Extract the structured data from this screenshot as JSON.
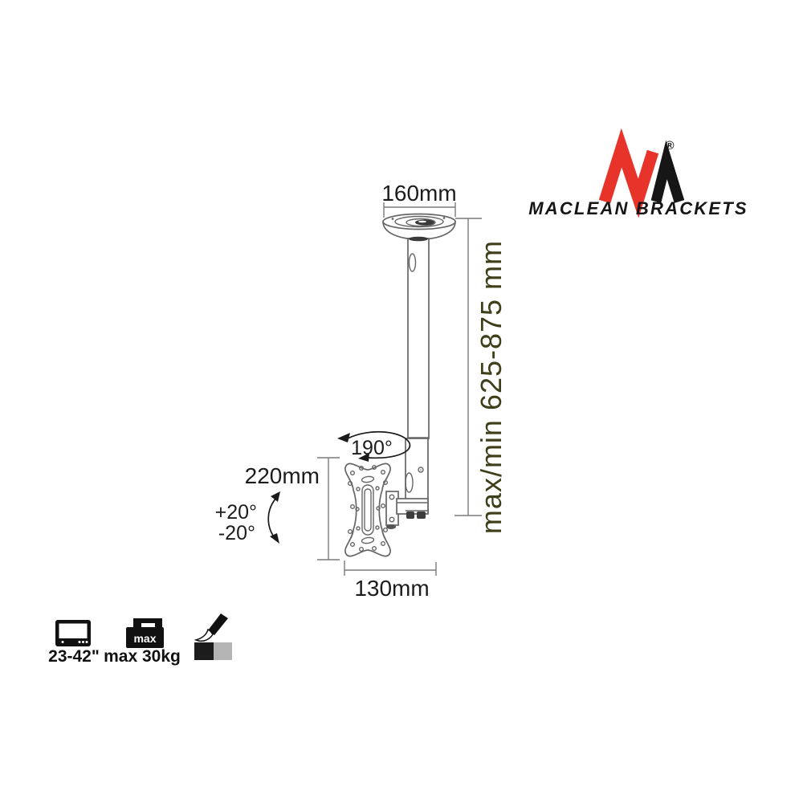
{
  "image": {
    "type": "tv-ceiling-mount-technical-diagram",
    "background": "#ffffff"
  },
  "logo": {
    "brand": "MACLEAN BRACKETS",
    "registered": "®",
    "colors": {
      "red": "#e8332a",
      "dark": "#161616"
    }
  },
  "dimensions": {
    "ceiling_plate_width": "160mm",
    "height_range": "max/min 625-875 mm",
    "swivel_angle": "190°",
    "plate_height": "220mm",
    "tilt_up": "+20°",
    "tilt_down": "-20°",
    "plate_width": "130mm"
  },
  "diagram_colors": {
    "outline": "#666666",
    "dimension_line": "#7a7a7a",
    "dimension_text": "#1c1c1c",
    "height_text": "#3e3e1a"
  },
  "specs": {
    "screen_size": "23-42\"",
    "weight_badge": "max",
    "max_weight": "max 30kg",
    "finish_swatches": [
      "#1c1c1c",
      "#b4b4b4"
    ]
  }
}
